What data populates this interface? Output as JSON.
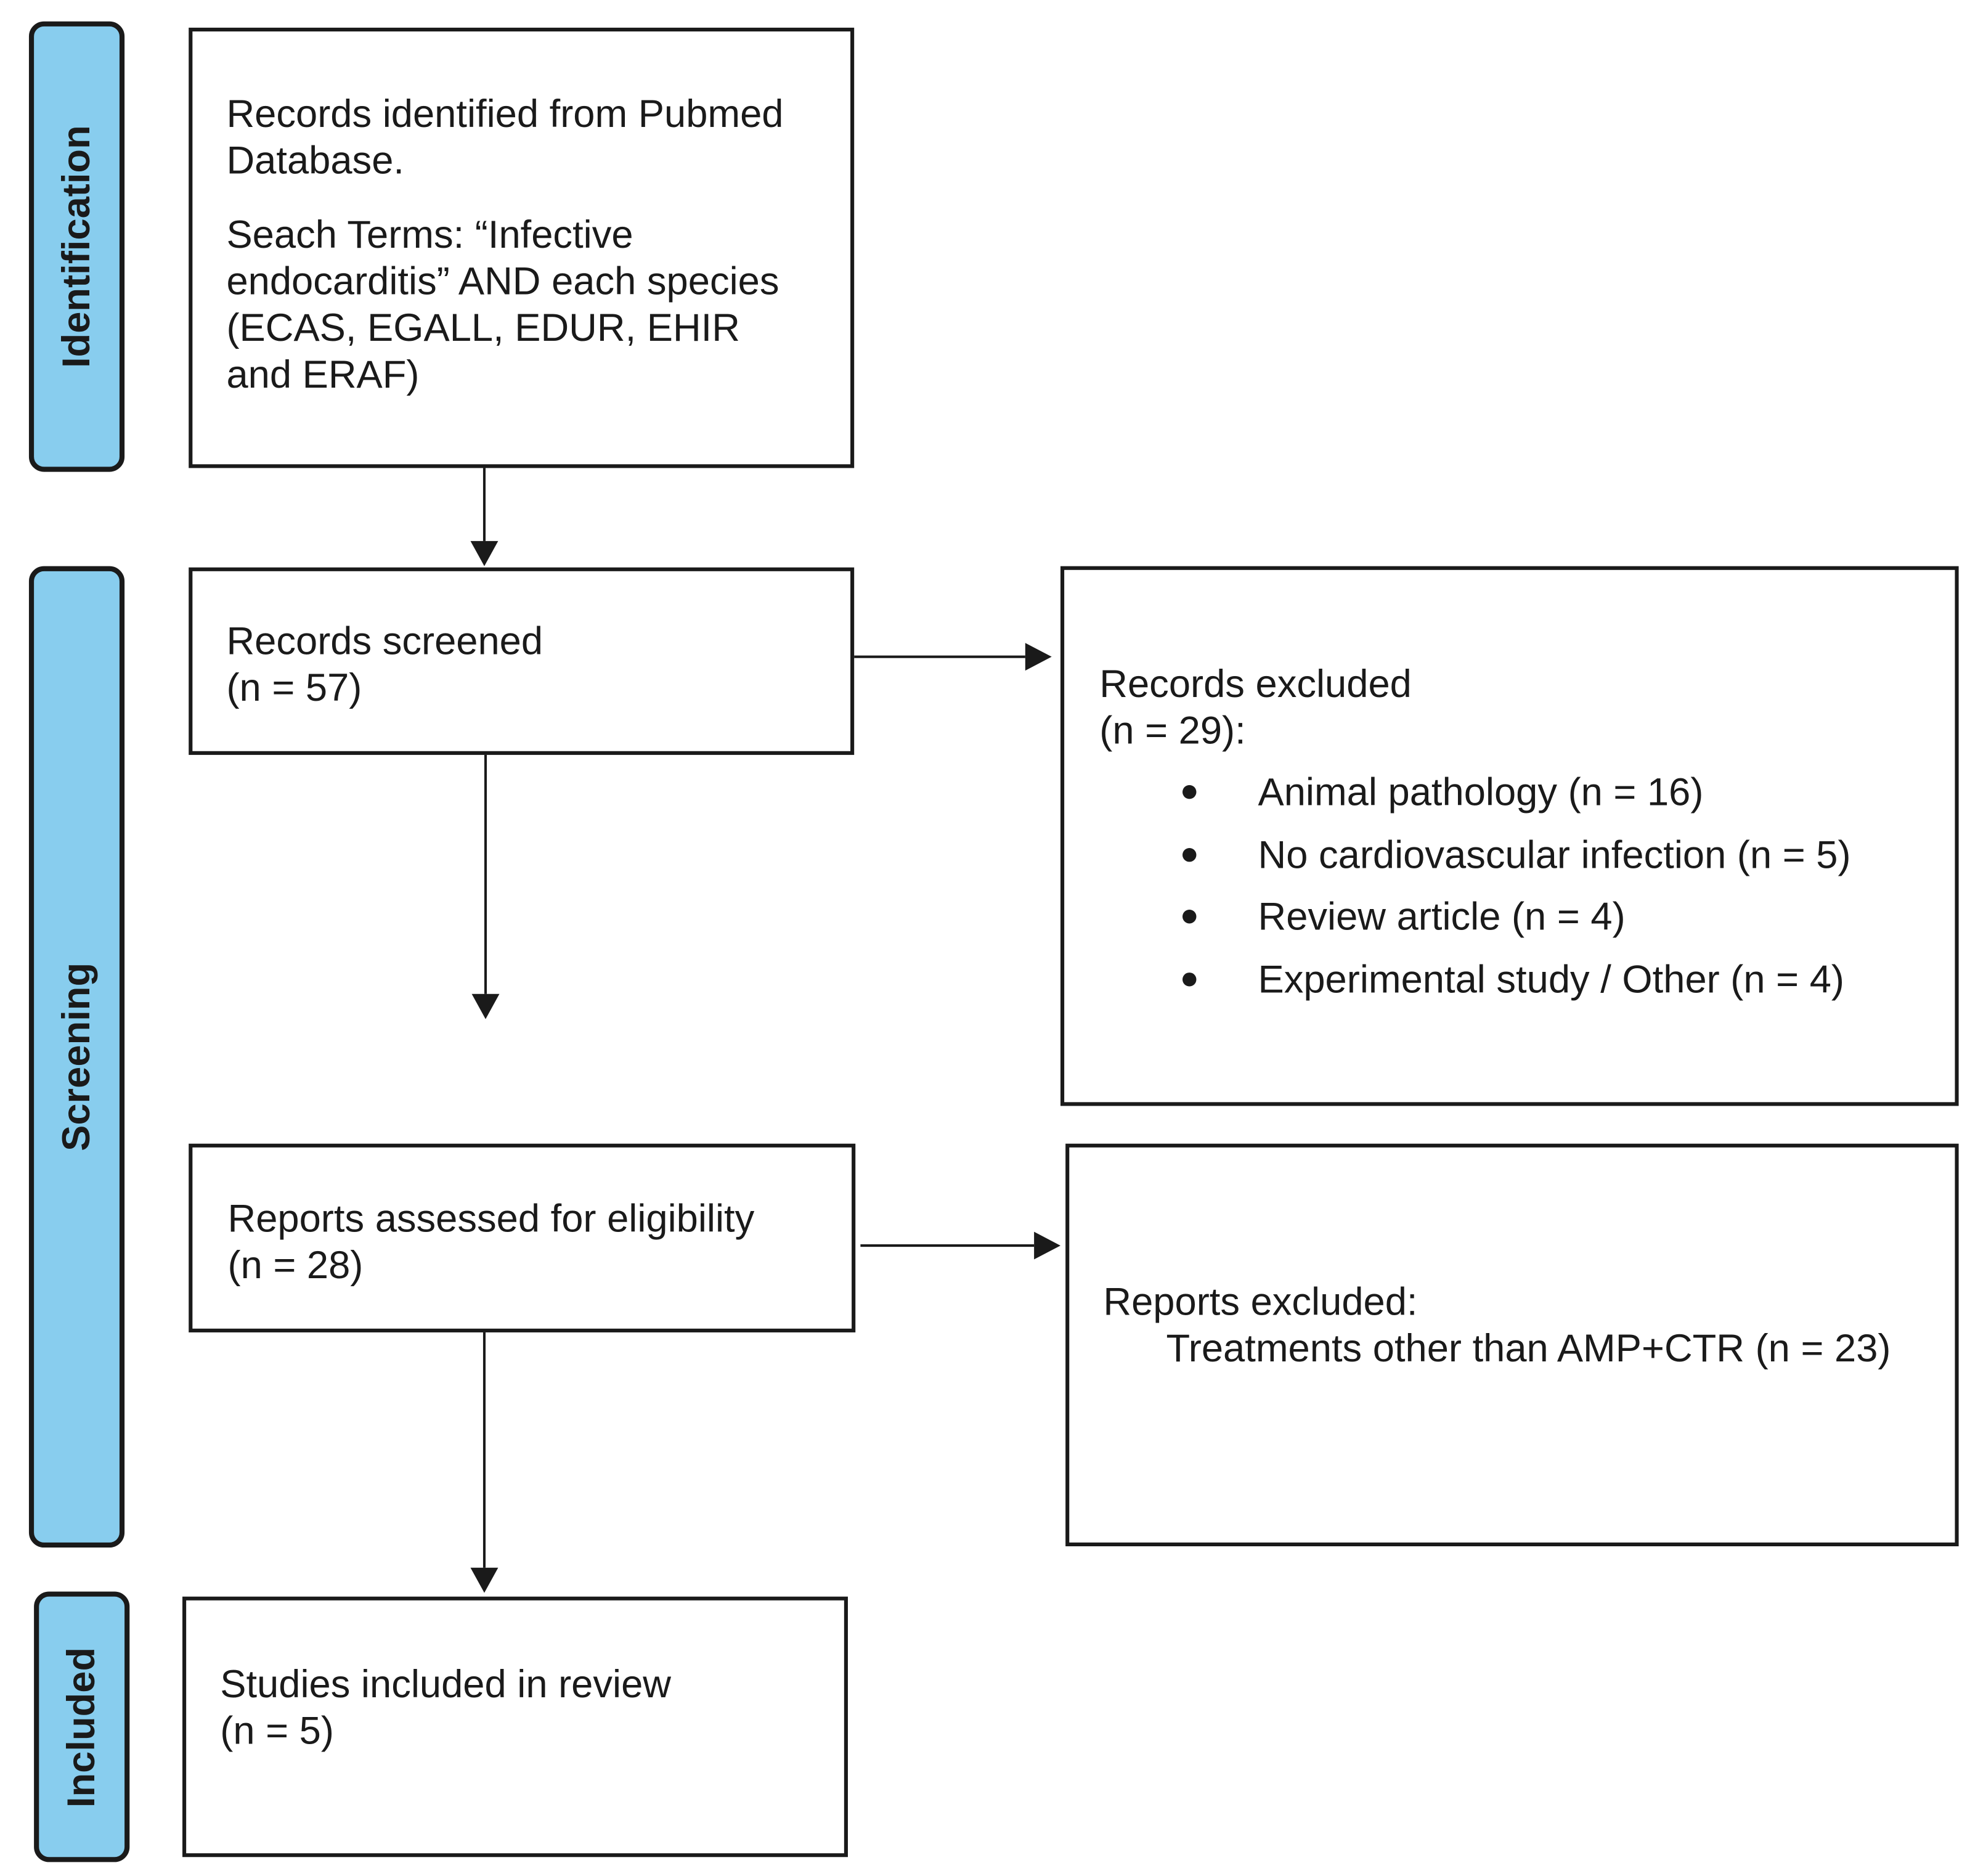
{
  "phases": {
    "identification": "Identification",
    "screening": "Screening",
    "included": "Included"
  },
  "identified": {
    "line1": "Records identified from Pubmed",
    "line2": "Database.",
    "line3": "Seach Terms: “Infective",
    "line4": "endocarditis” AND each species",
    "line5": "(ECAS, EGALL, EDUR, EHIR",
    "line6": "and ERAF)"
  },
  "screened": {
    "title": "Records screened",
    "count": "(n = 57)"
  },
  "excluded_records": {
    "title": "Records excluded",
    "count": "(n = 29):",
    "reasons": [
      "Animal pathology (n = 16)",
      "No cardiovascular infection (n = 5)",
      "Review article (n = 4)",
      "Experimental study / Other (n = 4)"
    ]
  },
  "assessed": {
    "title": "Reports assessed for eligibility",
    "count": "(n = 28)"
  },
  "excluded_reports": {
    "title": "Reports excluded:",
    "reason": "Treatments other than AMP+CTR (n = 23)"
  },
  "included": {
    "title": "Studies included in review",
    "count": "(n = 5)"
  }
}
